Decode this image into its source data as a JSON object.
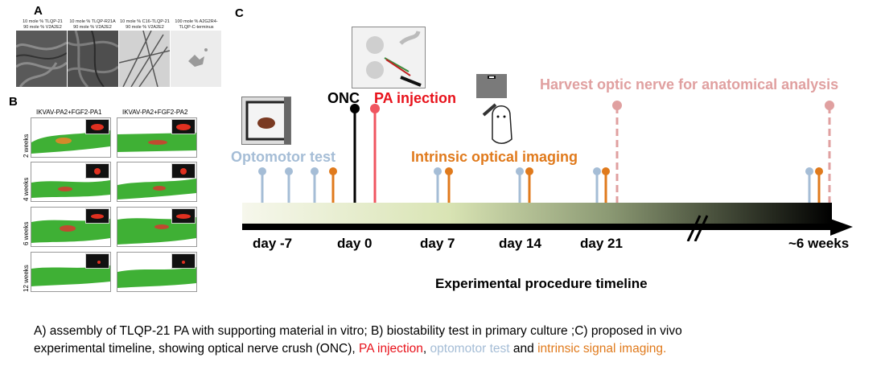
{
  "panels": {
    "a": {
      "letter": "A",
      "conditions": [
        {
          "line1": "10 mole % TLQP-21",
          "line2": "90 mole % V2A2E2"
        },
        {
          "line1": "10 mole % TLQP-R21A",
          "line2": "90 mole % V2A2E2"
        },
        {
          "line1": "10 mole % C16-TLQP-21",
          "line2": "90 mole % V2A2E2"
        },
        {
          "line1": "100 mole % A2G2R4-",
          "line2": "TLQP-C-terminus"
        }
      ]
    },
    "b": {
      "letter": "B",
      "columns": [
        "IKVAV-PA2+FGF2-PA1",
        "IKVAV-PA2+FGF2-PA2"
      ],
      "rows": [
        "2 weeks",
        "4 weeks",
        "6 weeks",
        "12 weeks"
      ]
    },
    "c": {
      "letter": "C",
      "events": {
        "onc": "ONC",
        "pa_injection": "PA injection",
        "optomotor": "Optomotor test",
        "intrinsic": "Intrinsic optical imaging",
        "harvest": "Harvest optic nerve for anatomical analysis"
      },
      "ticks": [
        "day -7",
        "day 0",
        "day 7",
        "day 14",
        "day 21",
        "~6 weeks"
      ],
      "title": "Experimental procedure timeline"
    }
  },
  "colors": {
    "onc": "#000000",
    "pa_injection": "#e8121b",
    "optomotor": "#a5bdd6",
    "intrinsic": "#e07a1c",
    "harvest": "#e0a0a0"
  },
  "caption": {
    "line1": "A) assembly of TLQP-21 PA with supporting material in vitro; B) biostability test in primary culture ;C) proposed in vivo",
    "line2_a": "experimental timeline, showing optical nerve crush (ONC), ",
    "line2_pa": "PA injection",
    "line2_sep": ", ",
    "line2_opto": "optomotor test",
    "line2_and": " and ",
    "line2_intr": "intrinsic signal imaging."
  }
}
